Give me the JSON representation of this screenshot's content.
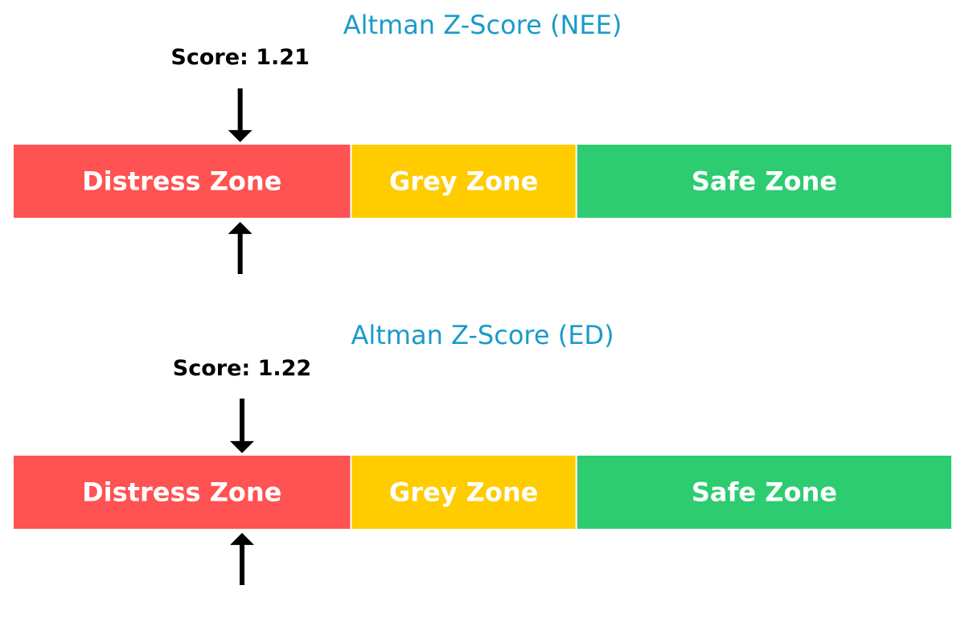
{
  "chart_data": [
    {
      "type": "gauge",
      "title": "Altman Z-Score (NEE)",
      "score": 1.21,
      "score_label": "Score: 1.21",
      "xlim": [
        0,
        5
      ],
      "zones": [
        {
          "label": "Distress Zone",
          "from": 0,
          "to": 1.8,
          "color": "#ff5252"
        },
        {
          "label": "Grey Zone",
          "from": 1.8,
          "to": 3.0,
          "color": "#ffcc00"
        },
        {
          "label": "Safe Zone",
          "from": 3.0,
          "to": 5.0,
          "color": "#2ecc71"
        }
      ]
    },
    {
      "type": "gauge",
      "title": "Altman Z-Score (ED)",
      "score": 1.22,
      "score_label": "Score: 1.22",
      "xlim": [
        0,
        5
      ],
      "zones": [
        {
          "label": "Distress Zone",
          "from": 0,
          "to": 1.8,
          "color": "#ff5252"
        },
        {
          "label": "Grey Zone",
          "from": 1.8,
          "to": 3.0,
          "color": "#ffcc00"
        },
        {
          "label": "Safe Zone",
          "from": 3.0,
          "to": 5.0,
          "color": "#2ecc71"
        }
      ]
    }
  ]
}
